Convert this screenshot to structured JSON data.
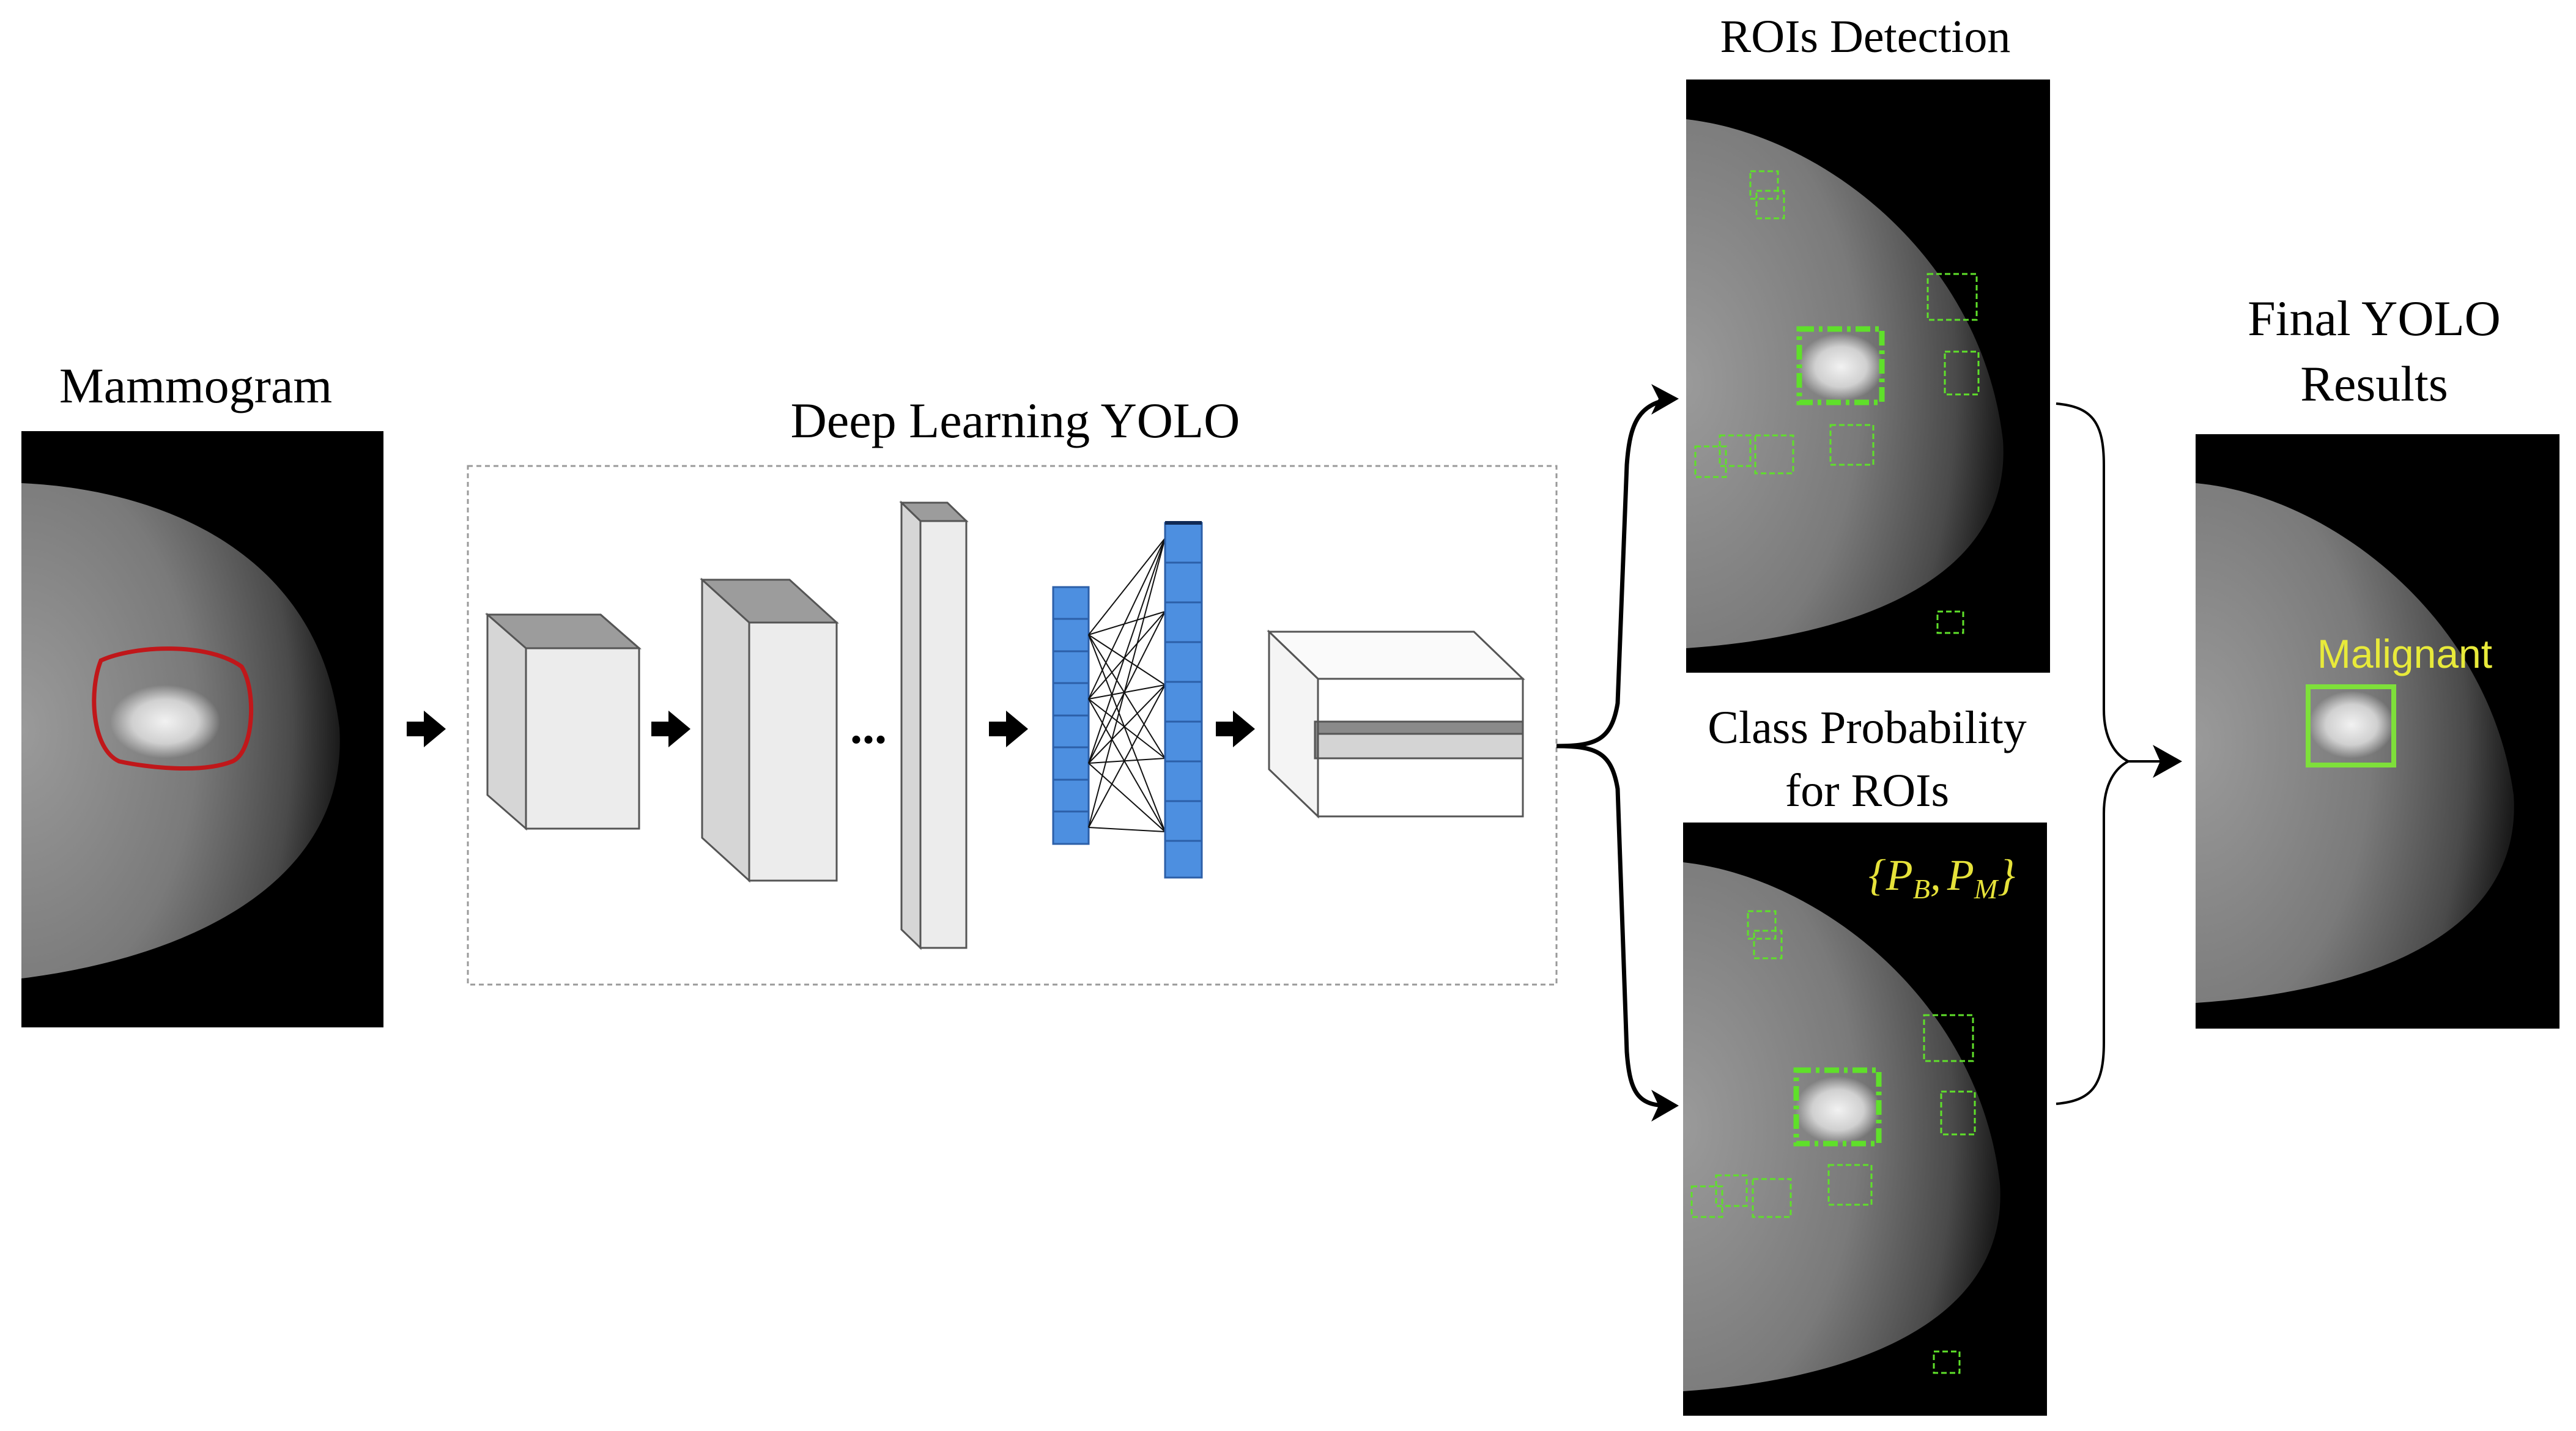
{
  "labels": {
    "mammogram": "Mammogram",
    "deep_learning": "Deep Learning YOLO",
    "roi_detection": "ROIs Detection",
    "class_prob_line1": "Class Probability",
    "class_prob_line2": "for ROIs",
    "final_line1": "Final YOLO",
    "final_line2": "Results",
    "ellipsis": "...",
    "malignant": "Malignant",
    "prob_open": "{",
    "prob_PB": "P",
    "prob_PB_sub": "B",
    "prob_comma": ",",
    "prob_PM": "P",
    "prob_PM_sub": "M",
    "prob_close": "}"
  },
  "colors": {
    "lesion_outline": "#c0171a",
    "roi_box": "#5fe02a",
    "final_box": "#7ee03a",
    "final_label": "#e8ea3a",
    "prob_text": "#e6e23a",
    "fc_layer": "#4d8fe0",
    "arrow": "#000000",
    "diagram_border": "#9a9a9a"
  },
  "icons": {
    "flow_arrow": "right-block-arrow-icon",
    "brace_arrow": "split-brace-arrow-icon",
    "merge_arrow": "merge-brace-arrow-icon"
  }
}
